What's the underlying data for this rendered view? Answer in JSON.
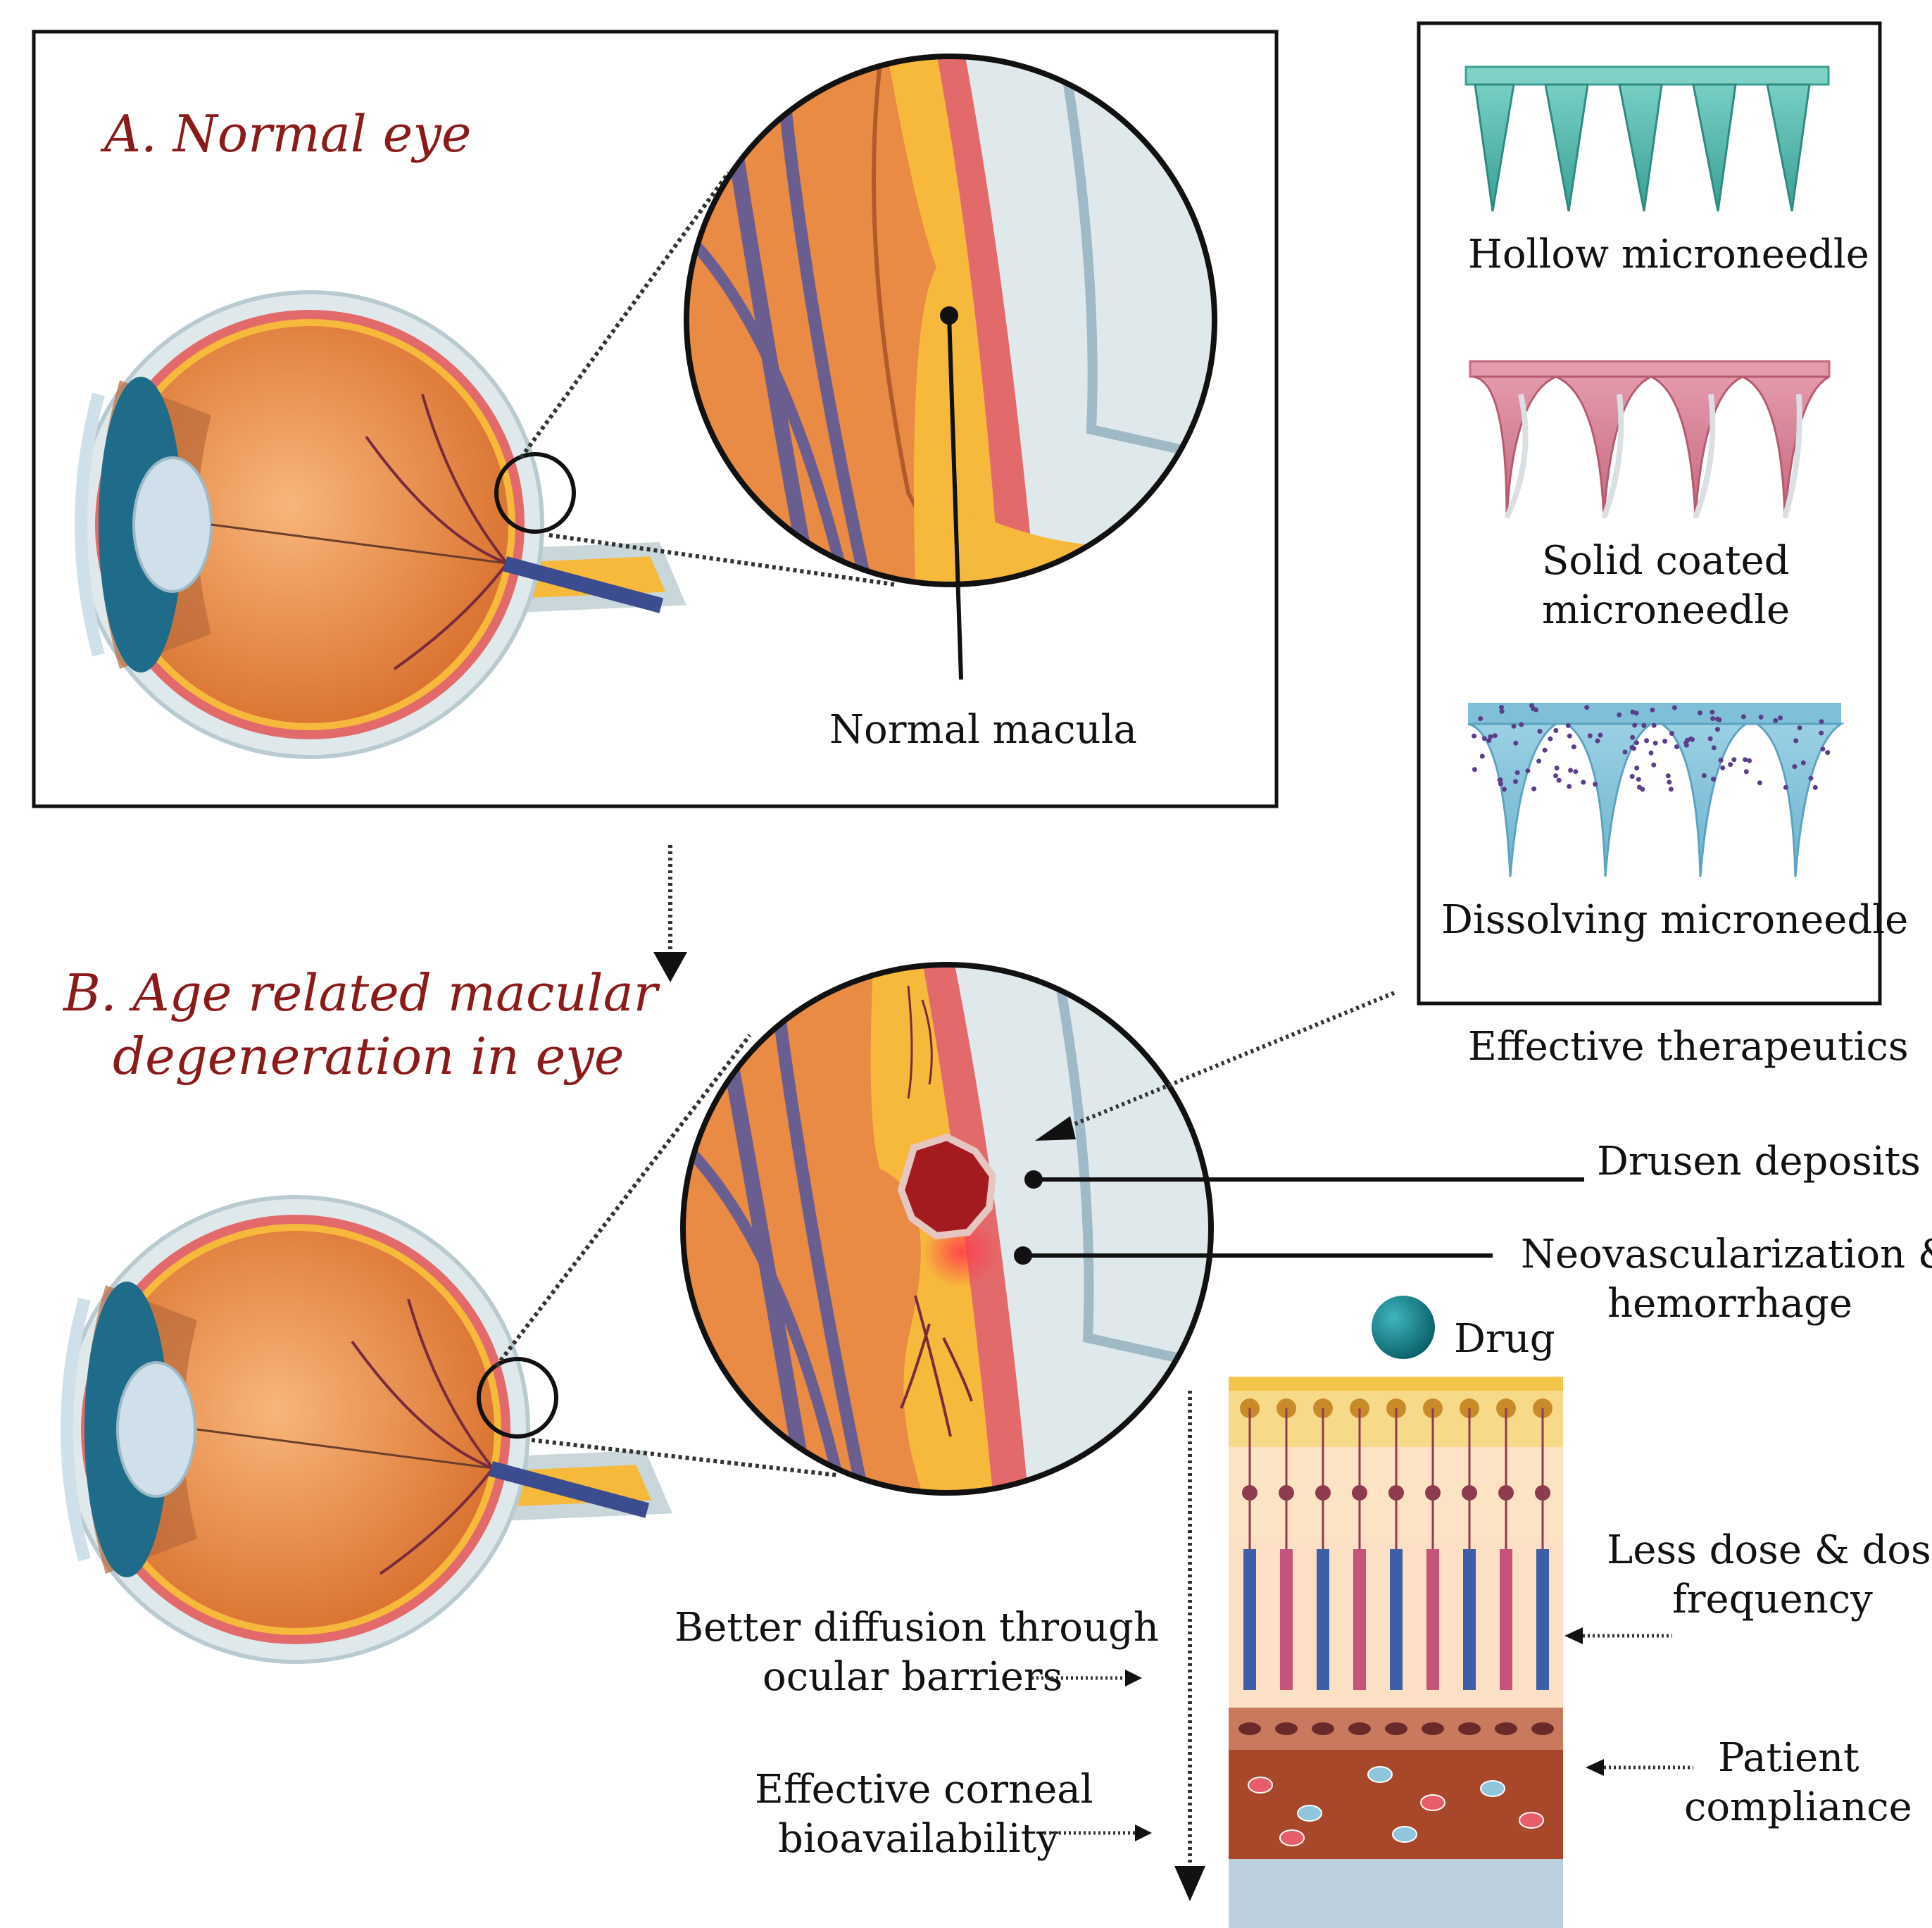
{
  "panel_a": {
    "title": "A. Normal eye",
    "macula_label": "Normal macula"
  },
  "microneedles": {
    "hollow": "Hollow microneedle",
    "solid_line1": "Solid coated",
    "solid_line2": "microneedle",
    "dissolving": "Dissolving microneedle",
    "caption": "Effective therapeutics",
    "colors": {
      "hollow": "#5fbfb5",
      "solid": "#d7889a",
      "dissolving": "#8fc6dc"
    }
  },
  "panel_b": {
    "title_line1": "B. Age related macular",
    "title_line2": "degeneration in eye",
    "drusen": "Drusen deposits",
    "neo_line1": "Neovascularization &",
    "neo_line2": "hemorrhage",
    "drug": "Drug"
  },
  "benefits": {
    "diffusion_line1": "Better diffusion through",
    "diffusion_line2": "ocular barriers",
    "corneal_line1": "Effective corneal",
    "corneal_line2": "bioavailability",
    "dose_line1": "Less dose & dose",
    "dose_line2": "frequency",
    "patient_line1": "Patient",
    "patient_line2": "compliance"
  },
  "colors": {
    "title": "#8b1a1a",
    "eyeball": "#e98a45",
    "sclera": "#e7eef0",
    "retina_yellow": "#f6b93c",
    "choroid_red": "#e06a6a",
    "drug": "#0f7c87"
  }
}
